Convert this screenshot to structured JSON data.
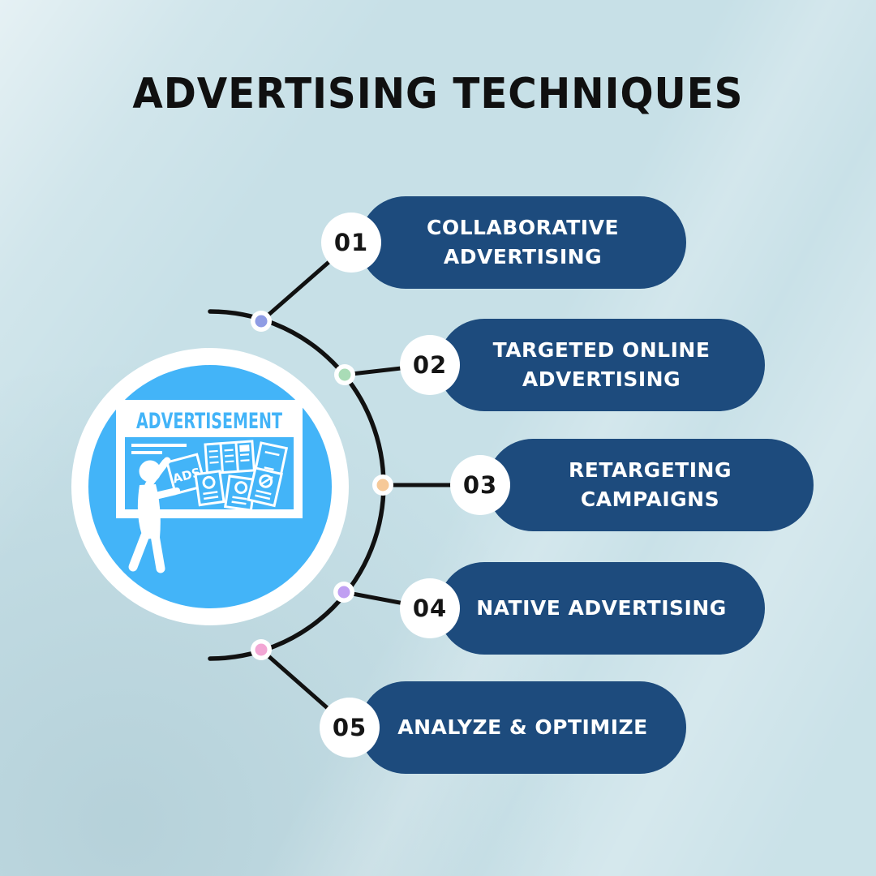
{
  "title": "ADVERTISING TECHNIQUES",
  "center_illustration": {
    "board_title": "ADVERTISEMENT",
    "ads_tag": "ADS"
  },
  "items": [
    {
      "number": "01",
      "label": "COLLABORATIVE ADVERTISING",
      "dot_color": "#8f9ce4"
    },
    {
      "number": "02",
      "label": "TARGETED ONLINE ADVERTISING",
      "dot_color": "#a9dcb6"
    },
    {
      "number": "03",
      "label": "RETARGETING CAMPAIGNS",
      "dot_color": "#f6c998"
    },
    {
      "number": "04",
      "label": "NATIVE ADVERTISING",
      "dot_color": "#c09ff2"
    },
    {
      "number": "05",
      "label": "ANALYZE & OPTIMIZE",
      "dot_color": "#f2a6d4"
    }
  ],
  "colors": {
    "background": "#c7e0e7",
    "pill_navy": "#1d4b7d",
    "accent_blue": "#43b4f8",
    "line_black": "#111111",
    "text_white": "#ffffff",
    "title_black": "#101010"
  }
}
